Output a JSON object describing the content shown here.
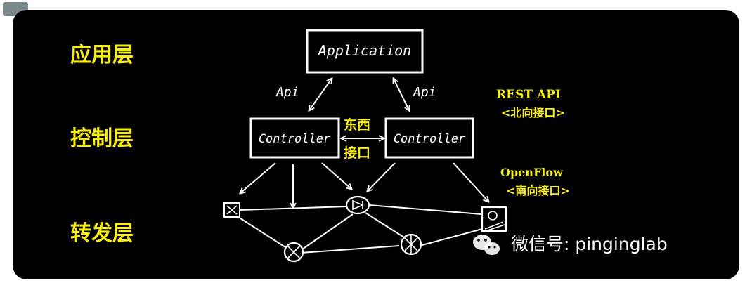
{
  "layers": {
    "application": "应用层",
    "control": "控制层",
    "forwarding": "转发层"
  },
  "nodes": {
    "application": "Application",
    "controller_left": "Controller",
    "controller_right": "Controller"
  },
  "edge_labels": {
    "api_left": "Api",
    "api_right": "Api",
    "east_west_line1": "东西",
    "east_west_line2": "接口"
  },
  "annotations": {
    "rest_api": "REST API",
    "northbound": "<北向接口>",
    "openflow": "OpenFlow",
    "southbound": "<南向接口>"
  },
  "watermark": {
    "text": "微信号: pinginglab",
    "icon": "wechat-icon"
  },
  "logo": "site-logo-icon",
  "colors": {
    "board": "#000000",
    "ink": "#ffffff",
    "highlight": "#f7ec14"
  }
}
